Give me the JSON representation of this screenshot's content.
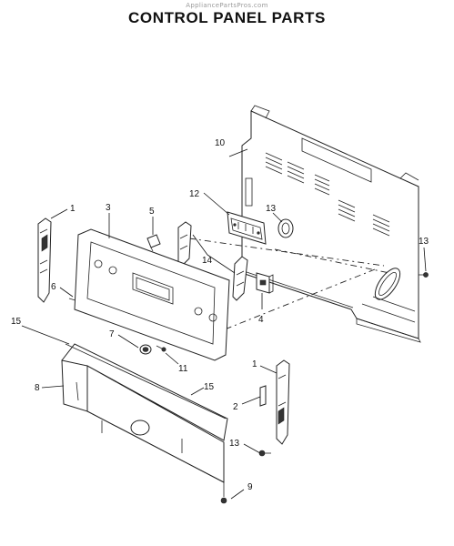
{
  "watermark": "AppliancePartsPros.com",
  "title": "CONTROL PANEL PARTS",
  "callouts": {
    "c1a": "1",
    "c1b": "1",
    "c2": "2",
    "c3": "3",
    "c4": "4",
    "c5": "5",
    "c6": "6",
    "c7": "7",
    "c8": "8",
    "c9": "9",
    "c10": "10",
    "c11": "11",
    "c12": "12",
    "c13a": "13",
    "c13b": "13",
    "c13c": "13",
    "c14": "14",
    "c15a": "15",
    "c15b": "15"
  }
}
